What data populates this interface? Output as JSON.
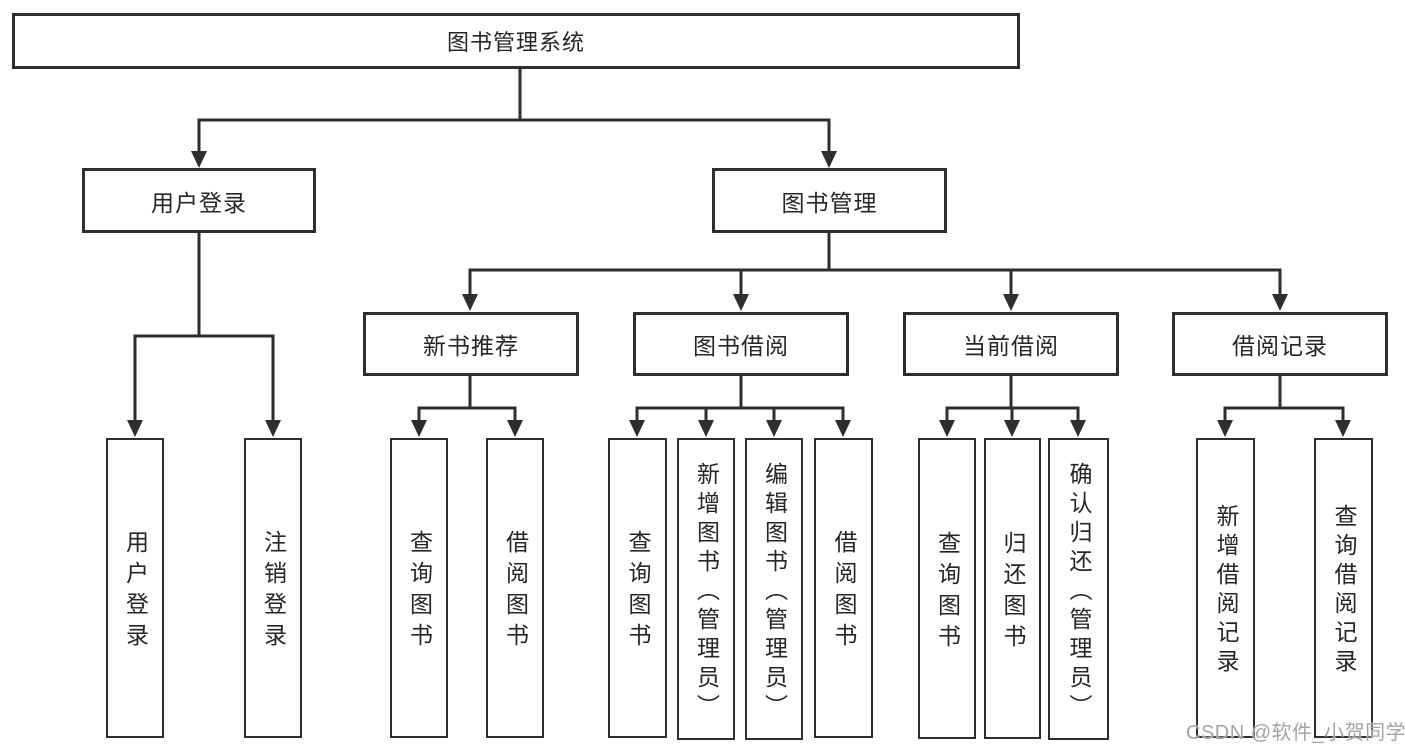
{
  "diagram": {
    "root": {
      "label": "图书管理系统"
    },
    "branches": [
      {
        "label": "用户登录",
        "children": [
          {
            "label": "用户登录"
          },
          {
            "label": "注销登录"
          }
        ]
      },
      {
        "label": "图书管理",
        "groups": [
          {
            "label": "新书推荐",
            "children": [
              {
                "label": "查询图书"
              },
              {
                "label": "借阅图书"
              }
            ]
          },
          {
            "label": "图书借阅",
            "children": [
              {
                "label": "查询图书"
              },
              {
                "label": "新增图书（管理员）"
              },
              {
                "label": "编辑图书（管理员）"
              },
              {
                "label": "借阅图书"
              }
            ]
          },
          {
            "label": "当前借阅",
            "children": [
              {
                "label": "查询图书"
              },
              {
                "label": "归还图书"
              },
              {
                "label": "确认归还（管理员）"
              }
            ]
          },
          {
            "label": "借阅记录",
            "children": [
              {
                "label": "新增借阅记录"
              },
              {
                "label": "查询借阅记录"
              }
            ]
          }
        ]
      }
    ]
  },
  "watermark": {
    "text": "CSDN @软件_小贺同学"
  },
  "colors": {
    "line": "#2e2e2e",
    "box_fill": "#ffffff",
    "text": "#262626",
    "background": "#ffffff",
    "watermark": "#a9a2a2"
  }
}
